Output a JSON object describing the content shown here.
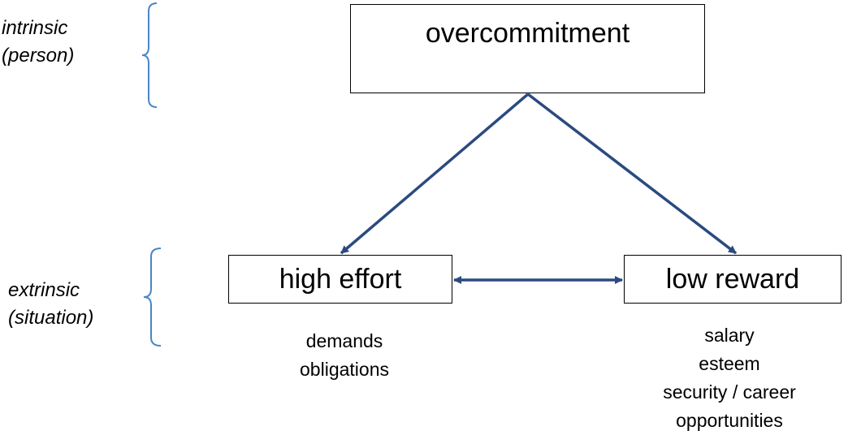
{
  "diagram": {
    "side_labels": {
      "intrinsic": [
        "intrinsic",
        "(person)"
      ],
      "extrinsic": [
        "extrinsic",
        "(situation)"
      ]
    },
    "boxes": {
      "overcommitment": "overcommitment",
      "high_effort": "high effort",
      "low_reward": "low reward"
    },
    "details": {
      "effort": [
        "demands",
        "obligations"
      ],
      "reward": [
        "salary",
        "esteem",
        "security / career",
        "opportunities"
      ]
    },
    "colors": {
      "arrow": "#2b4a80",
      "bracket": "#4a86c8",
      "box_border": "#000000"
    }
  }
}
